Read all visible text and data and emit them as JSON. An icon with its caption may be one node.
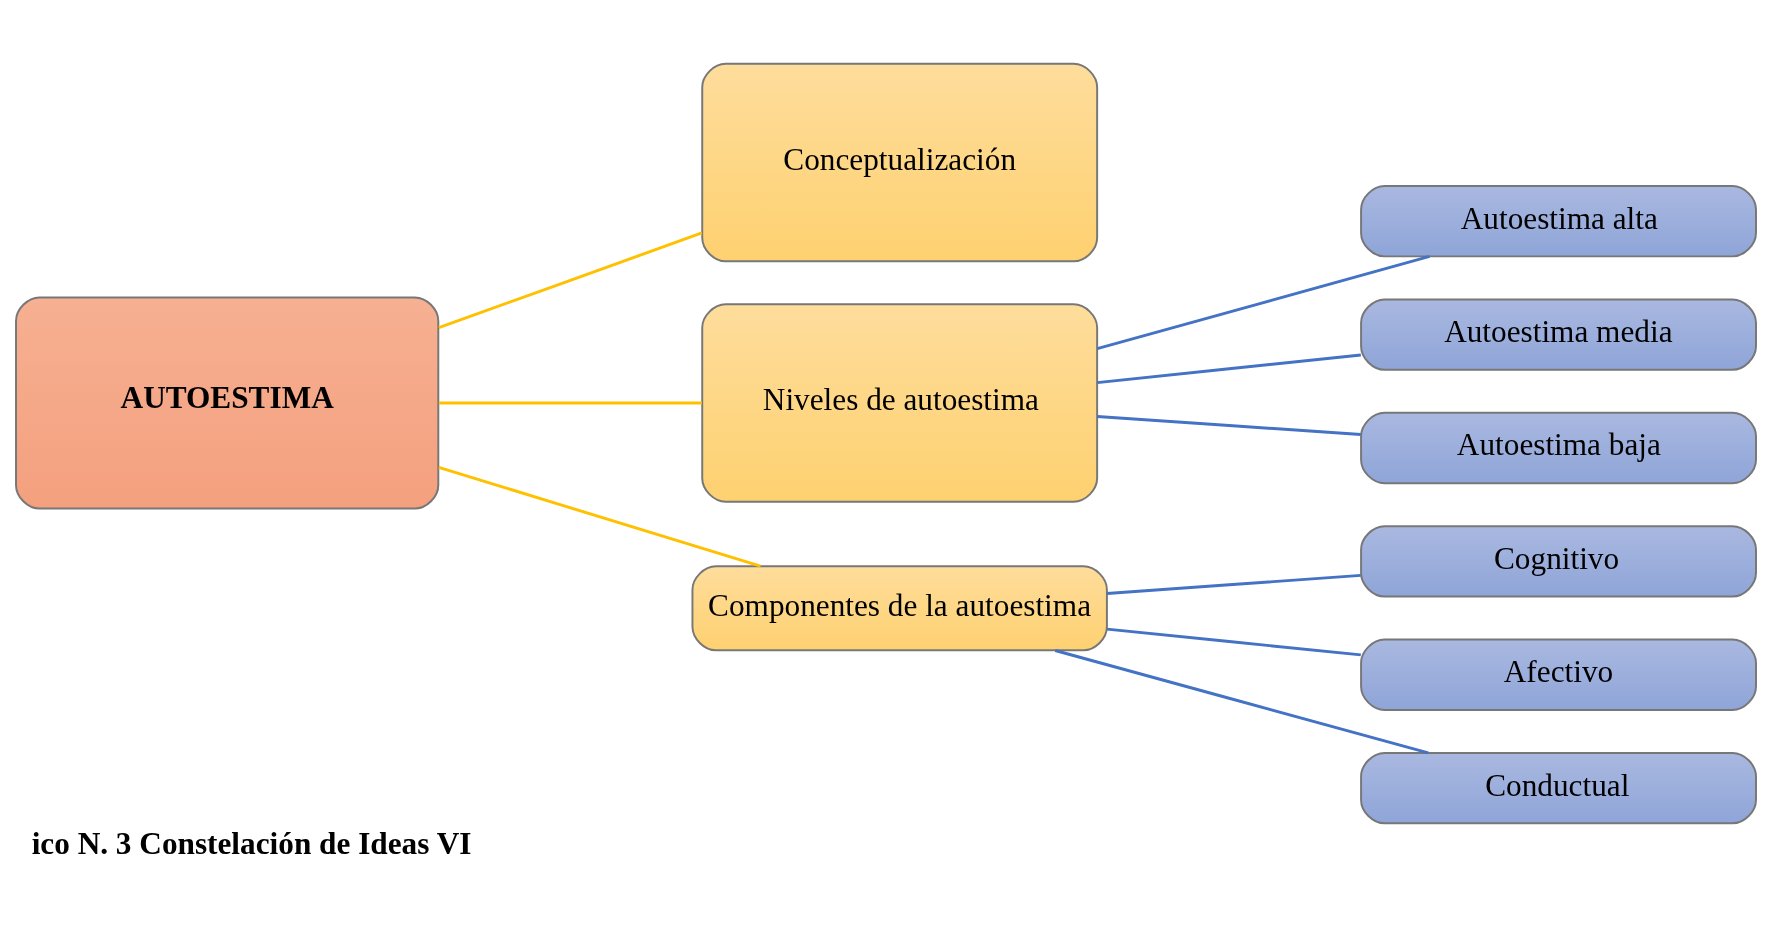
{
  "diagram": {
    "caption": "ico N. 3 Constelación de Ideas VI",
    "nodes": [
      {
        "text": [
          "AUTOESTIMA"
        ]
      },
      {
        "text": [
          "Conceptualización"
        ]
      },
      {
        "text": [
          "Niveles de autoestima"
        ]
      },
      {
        "text": [
          "Componentes de la autoestima"
        ]
      },
      {
        "text": [
          "Autoestima alta"
        ]
      },
      {
        "text": [
          "Autoestima media"
        ]
      },
      {
        "text": [
          "Autoestima baja"
        ]
      },
      {
        "text": [
          "Cognitivo"
        ]
      },
      {
        "text": [
          "Afectivo"
        ]
      },
      {
        "text": [
          "Conductual"
        ]
      }
    ],
    "edges": [
      {
        "from": 0,
        "to": 1,
        "arrow": "none",
        "color": "#ffc000"
      },
      {
        "from": 0,
        "to": 2,
        "arrow": "none",
        "color": "#ffc000"
      },
      {
        "from": 0,
        "to": 3,
        "arrow": "none",
        "color": "#ffc000"
      },
      {
        "from": 2,
        "to": 4,
        "arrow": "none"
      },
      {
        "from": 2,
        "to": 5,
        "arrow": "none"
      },
      {
        "from": 2,
        "to": 6,
        "arrow": "none"
      },
      {
        "from": 3,
        "to": 7,
        "arrow": "none"
      },
      {
        "from": 3,
        "to": 8,
        "arrow": "none"
      },
      {
        "from": 3,
        "to": 9,
        "arrow": "none"
      }
    ]
  }
}
